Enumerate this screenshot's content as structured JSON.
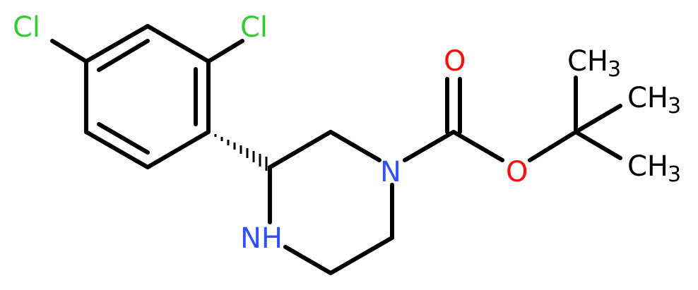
{
  "colors": {
    "bond": "#000000",
    "chlorine": "#33cc33",
    "nitrogen": "#3050f8",
    "oxygen": "#ff0d0d",
    "carbon": "#000000"
  },
  "atoms": {
    "cl_left": "Cl",
    "cl_top": "Cl",
    "n_ring": "N",
    "nh": "NH",
    "o_carbonyl": "O",
    "o_ester": "O",
    "ch3_a": "CH",
    "ch3_a_sub": "3",
    "ch3_b": "CH",
    "ch3_b_sub": "3",
    "ch3_c": "CH",
    "ch3_c_sub": "3"
  }
}
